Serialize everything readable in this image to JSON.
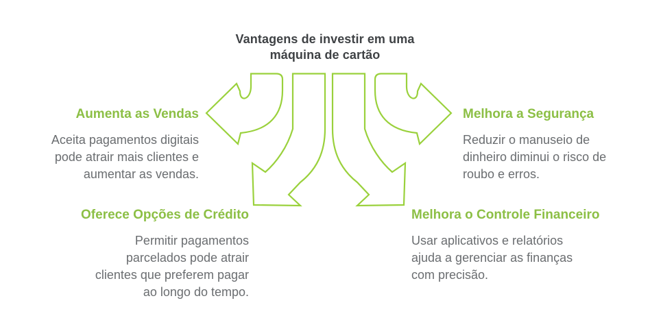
{
  "title": {
    "line1": "Vantagens de investir em uma",
    "line2": "máquina de cartão"
  },
  "colors": {
    "arrow_green": "#9ad13c",
    "heading_green": "#8cbf45",
    "title_gray": "#3f4245",
    "body_gray": "#6a6d70"
  },
  "sections": {
    "top_left": {
      "heading": "Aumenta as Vendas",
      "body": "Aceita pagamentos digitais\npode atrair mais clientes e\naumentar as vendas."
    },
    "top_right": {
      "heading": "Melhora a Segurança",
      "body": "Reduzir o manuseio de\ndinheiro diminui o risco de\nroubo e erros."
    },
    "bottom_left": {
      "heading": "Oferece Opções de Crédito",
      "body": "Permitir pagamentos\nparcelados pode atrair\nclientes que preferem pagar\nao longo do tempo."
    },
    "bottom_right": {
      "heading": "Melhora o Controle Financeiro",
      "body": "Usar aplicativos e relatórios\najuda a gerenciar as finanças\ncom precisão."
    }
  },
  "diagram": {
    "arrows": [
      "left",
      "down-left",
      "down-right",
      "right"
    ]
  }
}
